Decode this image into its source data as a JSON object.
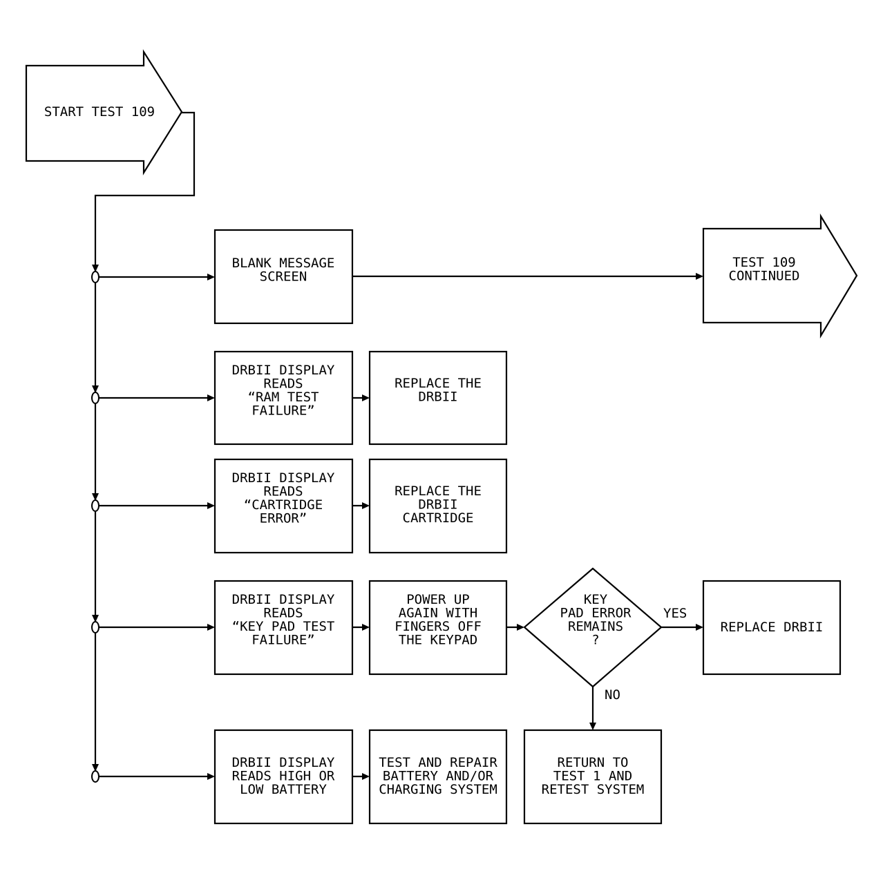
{
  "start": {
    "lines": [
      "START TEST 109"
    ]
  },
  "blank_message": {
    "lines": [
      "BLANK MESSAGE",
      "SCREEN"
    ]
  },
  "continued": {
    "lines": [
      "TEST 109",
      "CONTINUED"
    ]
  },
  "ram_display": {
    "lines": [
      "DRBII DISPLAY",
      "READS",
      "“RAM TEST",
      "FAILURE”"
    ]
  },
  "replace_drbii_1": {
    "lines": [
      "REPLACE THE",
      "DRBII"
    ]
  },
  "cartridge_display": {
    "lines": [
      "DRBII DISPLAY",
      "READS",
      "“CARTRIDGE",
      "ERROR”"
    ]
  },
  "replace_cartridge": {
    "lines": [
      "REPLACE THE",
      "DRBII",
      "CARTRIDGE"
    ]
  },
  "keypad_display": {
    "lines": [
      "DRBII DISPLAY",
      "READS",
      "“KEY PAD TEST",
      "FAILURE”"
    ]
  },
  "power_up": {
    "lines": [
      "POWER UP",
      "AGAIN WITH",
      "FINGERS OFF",
      "THE KEYPAD"
    ]
  },
  "decision": {
    "lines": [
      "KEY",
      "PAD ERROR",
      "REMAINS",
      "?"
    ]
  },
  "yes_label": "YES",
  "no_label": "NO",
  "replace_drbii_2": {
    "lines": [
      "REPLACE DRBII"
    ]
  },
  "battery_display": {
    "lines": [
      "DRBII DISPLAY",
      "READS HIGH OR",
      "LOW BATTERY"
    ]
  },
  "test_repair": {
    "lines": [
      "TEST AND REPAIR",
      "BATTERY AND/OR",
      "CHARGING SYSTEM"
    ]
  },
  "return_test1": {
    "lines": [
      "RETURN TO",
      "TEST 1 AND",
      "RETEST SYSTEM"
    ]
  }
}
